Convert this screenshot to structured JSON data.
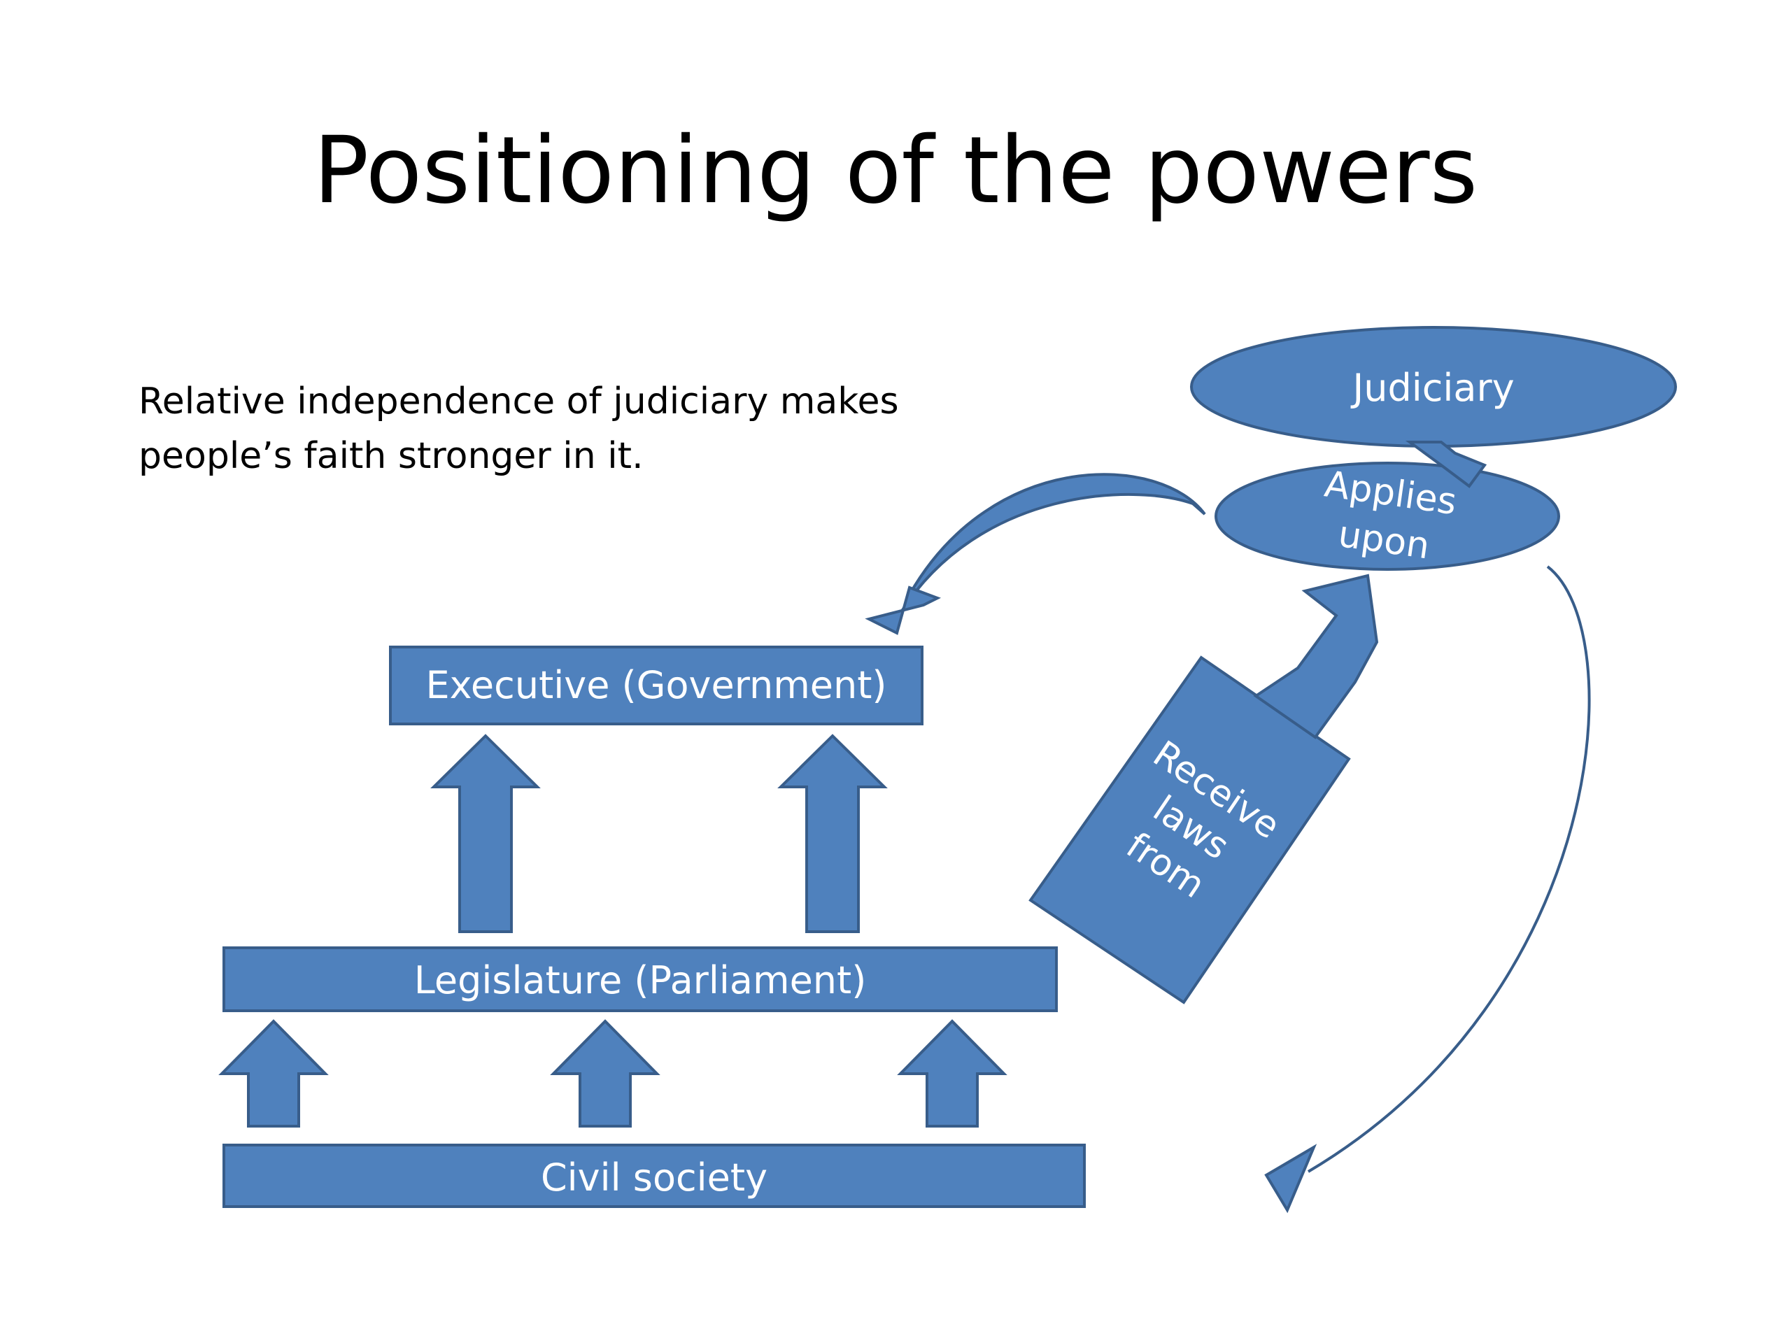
{
  "title": "Positioning of the powers",
  "caption": {
    "line1": "Relative independence of judiciary makes",
    "line2": "people’s faith stronger in it."
  },
  "nodes": {
    "judiciary": "Judiciary",
    "applies_line1": "Applies",
    "applies_line2": "upon",
    "executive": "Executive (Government)",
    "legislature": "Legislature (Parliament)",
    "civil_society": "Civil society",
    "receive_line1": "Receive",
    "receive_line2": "laws",
    "receive_line3": "from"
  },
  "colors": {
    "fill": "#4F81BD",
    "stroke": "#385D8A",
    "label": "#FFFFFF"
  }
}
